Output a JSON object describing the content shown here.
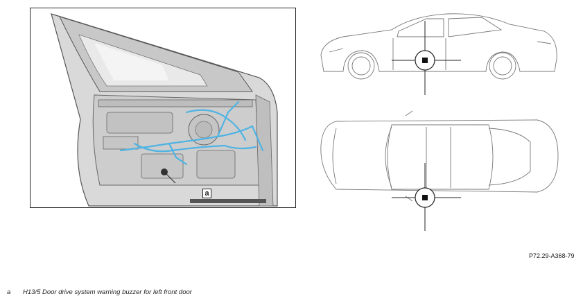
{
  "detail_view": {
    "callout_label": "a"
  },
  "location_views": {
    "side_view_icon": "car-side-outline-icon",
    "top_view_icon": "car-top-outline-icon",
    "position_marker_icon": "crosshair-marker-icon"
  },
  "reference_code": "P72.29-A368-79",
  "legend": {
    "items": [
      {
        "key": "a",
        "text": "H13/5 Door drive system warning buzzer for left front door"
      }
    ]
  },
  "colors": {
    "wiring_harness": "#4fb3e3",
    "line_art": "#222222",
    "door_panel": "#d6d6d6"
  }
}
